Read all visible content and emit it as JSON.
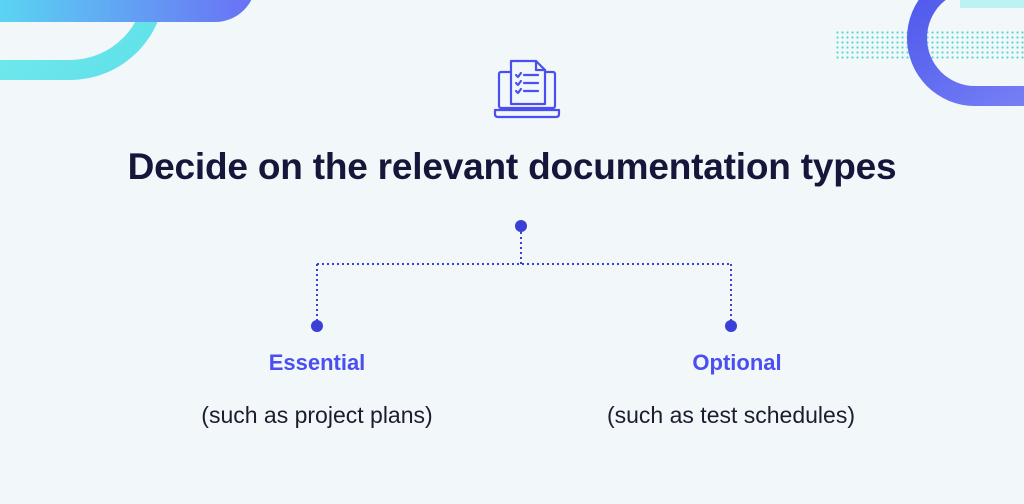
{
  "title": "Decide on the relevant documentation types",
  "icon": "document-checklist-on-laptop-icon",
  "branches": [
    {
      "heading": "Essential",
      "description": "(such as project plans)"
    },
    {
      "heading": "Optional",
      "description": "(such as test schedules)"
    }
  ],
  "colors": {
    "background": "#f2f7fa",
    "title": "#15163a",
    "accent": "#4b4ef0",
    "connector": "#3b3fd6",
    "text": "#1c1c2e",
    "decor_cyan": "#5ee6e8",
    "decor_blue": "#5b63f0"
  }
}
